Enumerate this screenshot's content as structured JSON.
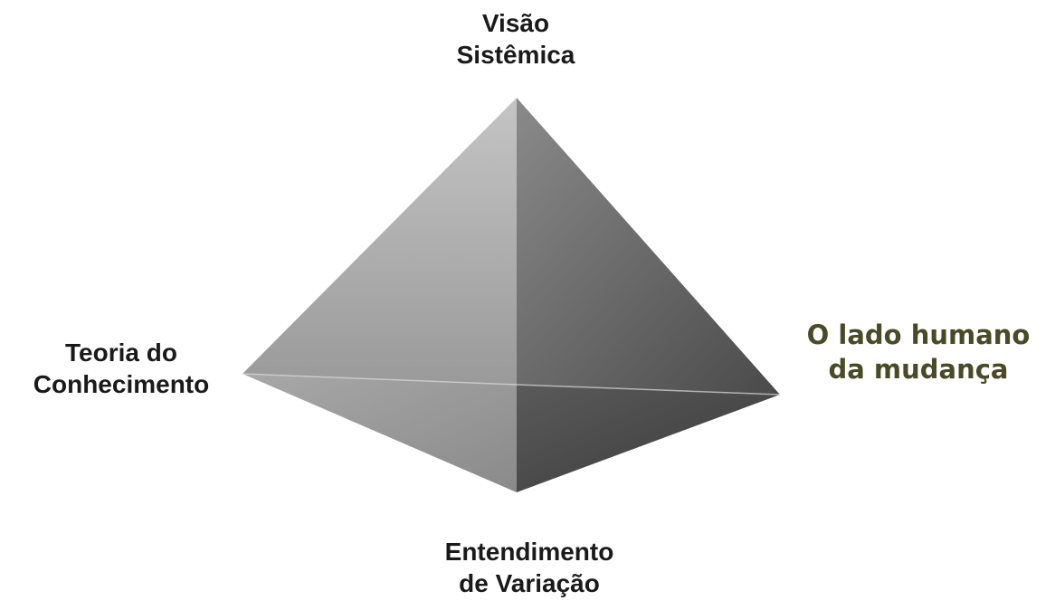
{
  "diagram": {
    "vertices": {
      "top": {
        "line1": "Visão",
        "line2": "Sistêmica"
      },
      "left": {
        "line1": "Teoria do",
        "line2": "Conhecimento"
      },
      "bottom": {
        "line1": "Entendimento",
        "line2": "de Variação"
      },
      "right": {
        "line1": "O lado humano",
        "line2": "da mudança"
      }
    },
    "colors": {
      "left_face_light": "#c9c9c9",
      "left_face_dark": "#8f8f8f",
      "right_face_light": "#7a7a7a",
      "right_face_dark": "#3c3c3c",
      "right_label_color": "#4a4a28",
      "label_color": "#1a1a1a"
    }
  }
}
